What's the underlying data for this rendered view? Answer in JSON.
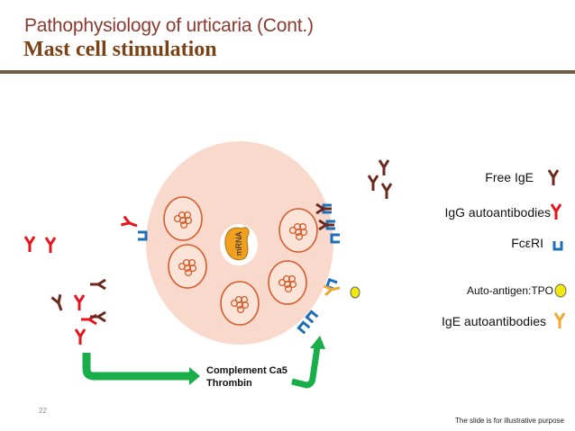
{
  "slide": {
    "title": "Pathophysiology of urticaria (Cont.)",
    "subtitle": "Mast cell stimulation",
    "slide_number": "22",
    "disclaimer": "The slide is for illustrative purpose"
  },
  "diagram": {
    "nucleus_label": "mRNA",
    "pathway_label_line1": "Complement Ca5",
    "pathway_label_line2": "Thrombin",
    "colors": {
      "free_ige": "#6b2a1e",
      "igg_autoantibody": "#e8141c",
      "fcericeptor": "#1d6fb8",
      "auto_antigen": "#f2ea0c",
      "ige_autoantibody": "#f0a830",
      "cell_fill": "#f9d9cc",
      "granule": "#d85a2a",
      "arrow": "#1aae4a",
      "nucleus": "#f0a020"
    }
  },
  "legend": {
    "items": [
      {
        "label": "Free IgE",
        "icon": "free-ige-antibody-icon"
      },
      {
        "label": "IgG autoantibodies",
        "icon": "igg-autoantibody-icon"
      },
      {
        "label": "FcεRI",
        "icon": "fceri-receptor-icon"
      },
      {
        "label": "Auto-antigen:TPO",
        "icon": "tpo-antigen-icon"
      },
      {
        "label": "IgE autoantibodies",
        "icon": "ige-autoantibody-icon"
      }
    ]
  }
}
